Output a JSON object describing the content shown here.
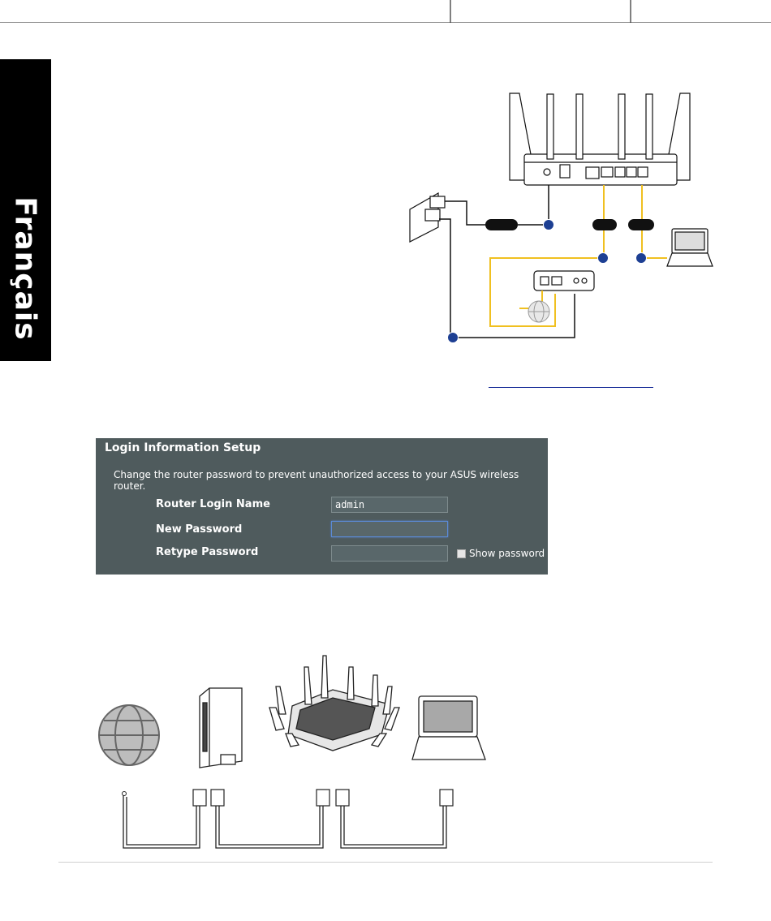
{
  "side_tab": {
    "label": "Français"
  },
  "login_panel": {
    "title": "Login Information Setup",
    "description": "Change the router password to prevent unauthorized access to your ASUS wireless router.",
    "router_login_name_label": "Router Login Name",
    "router_login_name_value": "admin",
    "new_password_label": "New Password",
    "retype_password_label": "Retype Password",
    "show_password_label": "Show password"
  }
}
